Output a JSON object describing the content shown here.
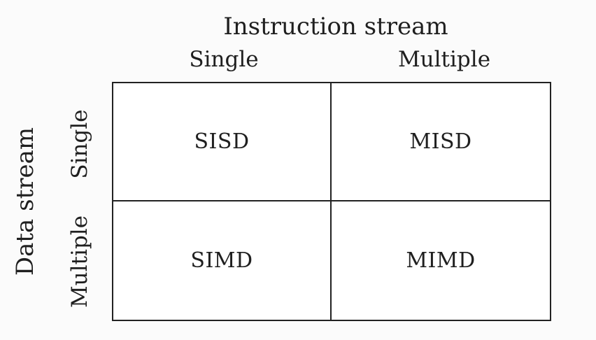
{
  "instruction_axis": {
    "title": "Instruction stream",
    "single": "Single",
    "multiple": "Multiple"
  },
  "data_axis": {
    "title": "Data stream",
    "single": "Single",
    "multiple": "Multiple"
  },
  "cells": {
    "sisd": "SISD",
    "misd": "MISD",
    "simd": "SIMD",
    "mimd": "MIMD"
  }
}
